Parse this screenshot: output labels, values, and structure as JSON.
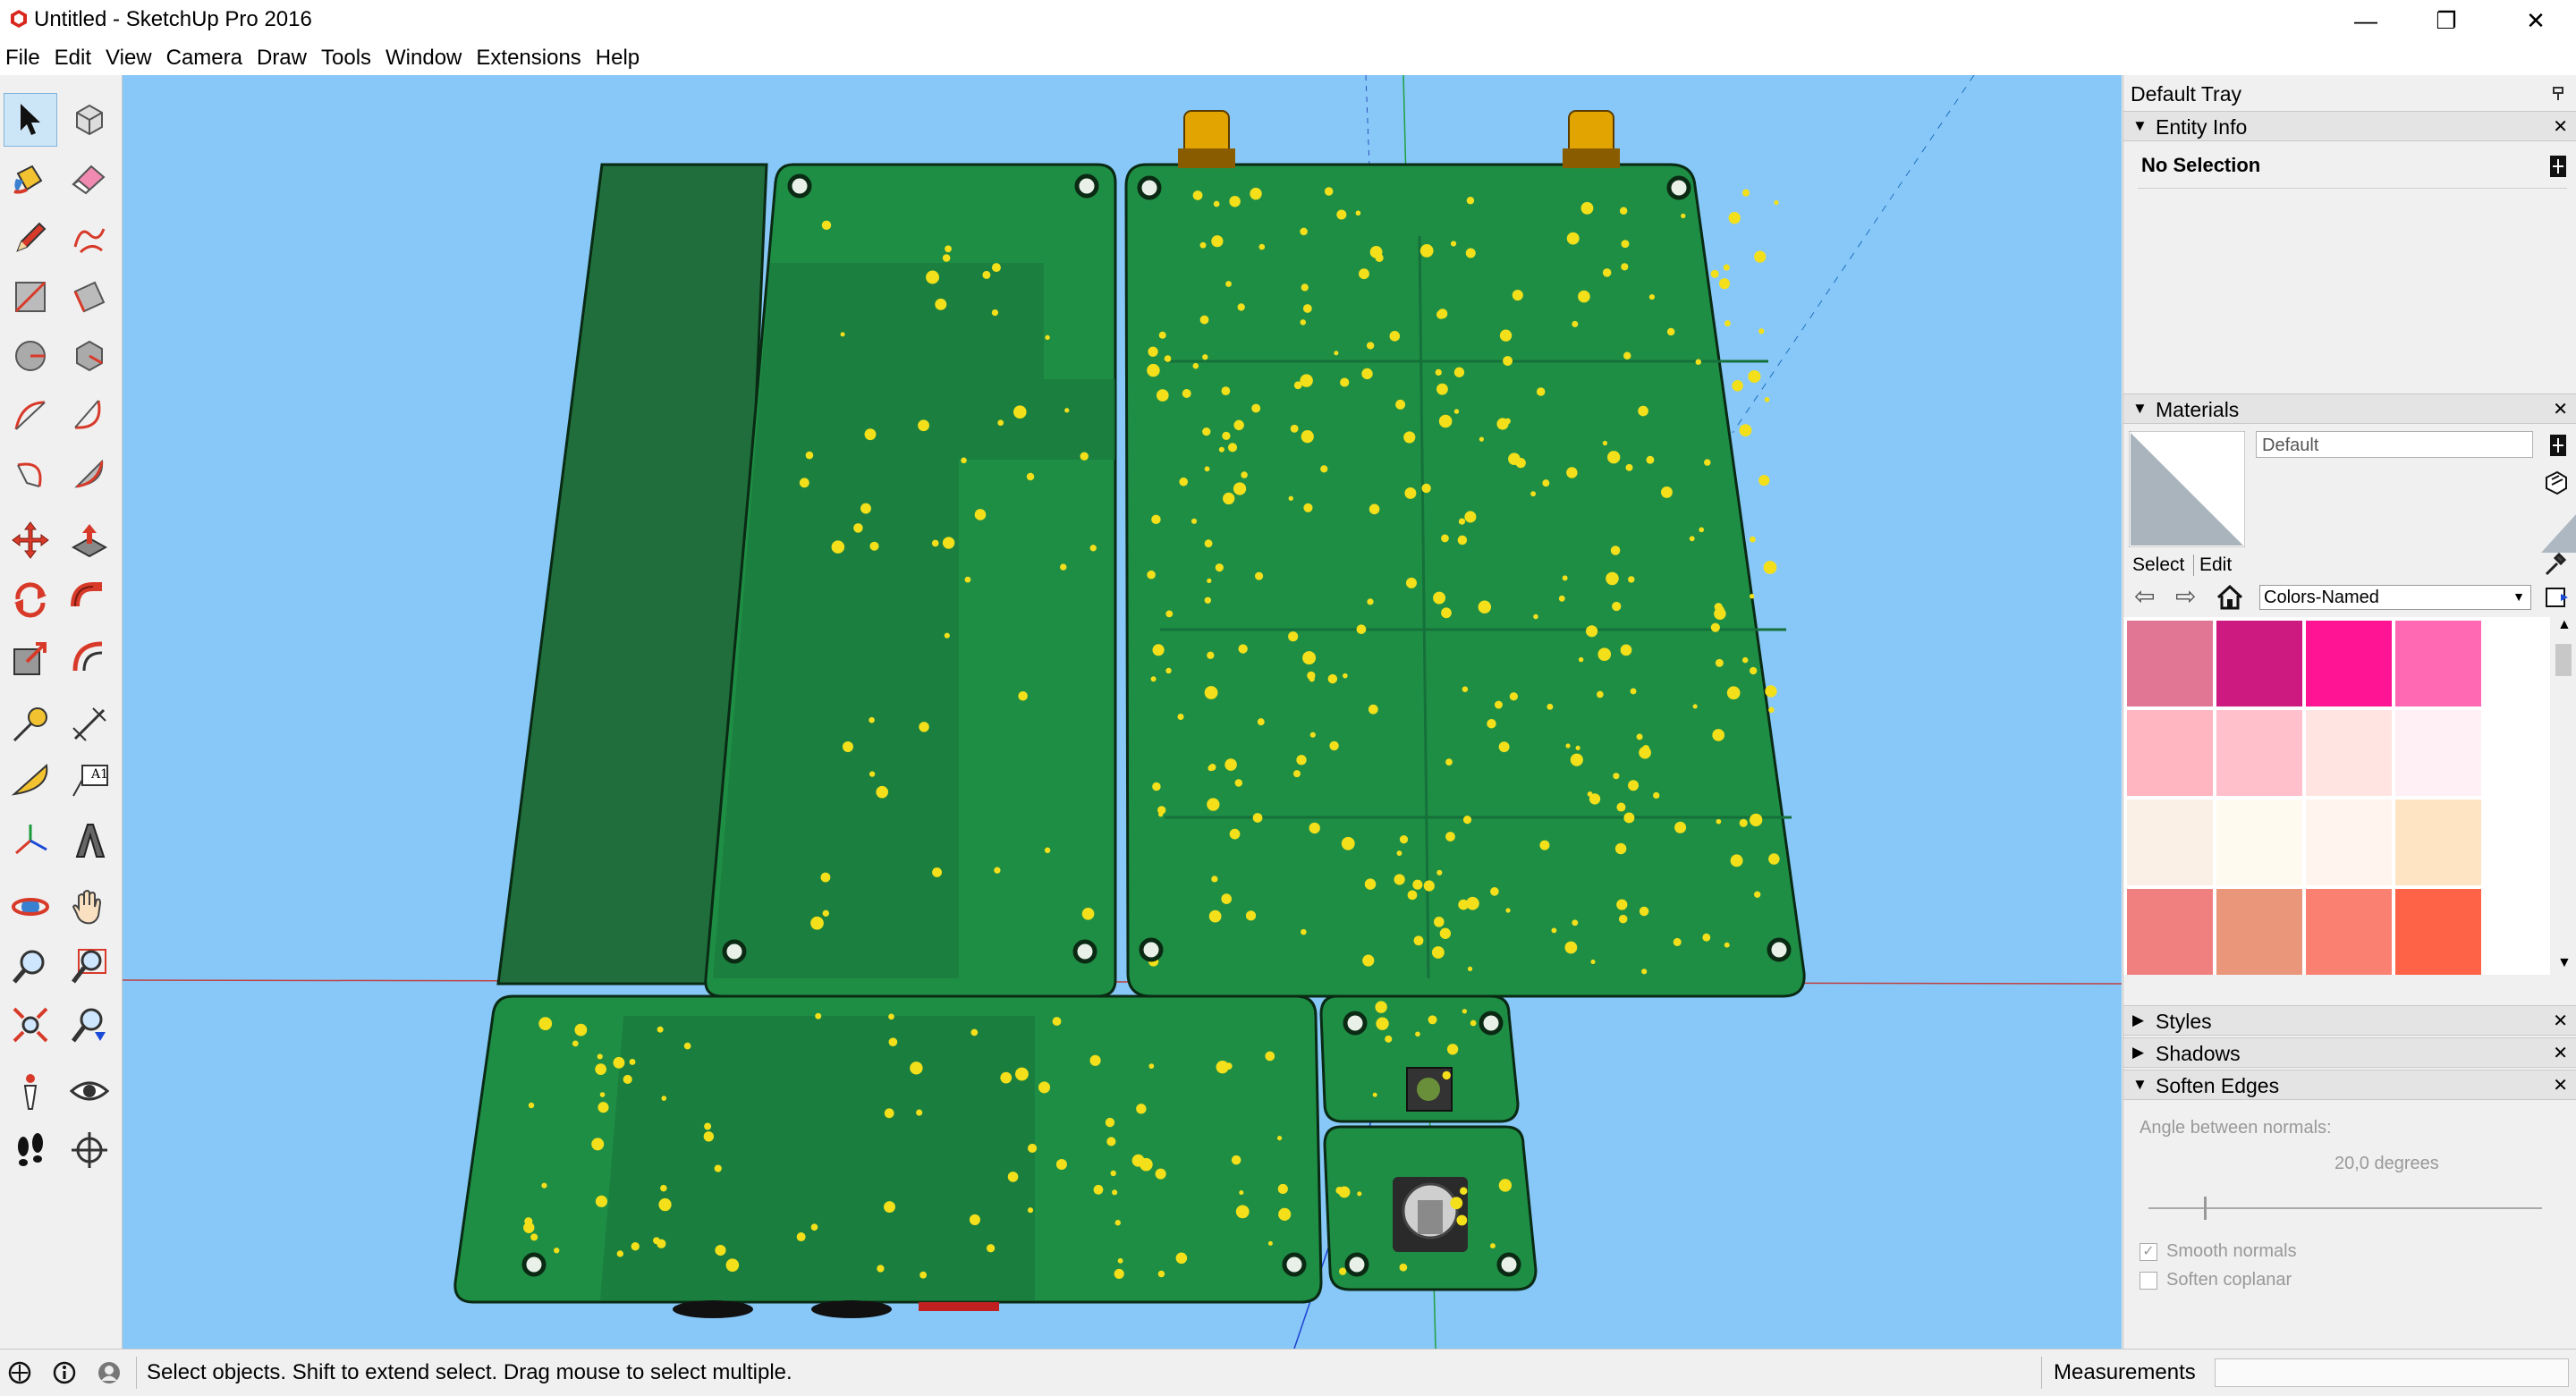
{
  "window": {
    "title": "Untitled - SketchUp Pro 2016",
    "minimize_glyph": "—",
    "maximize_glyph": "❐",
    "close_glyph": "✕"
  },
  "menu": [
    "File",
    "Edit",
    "View",
    "Camera",
    "Draw",
    "Tools",
    "Window",
    "Extensions",
    "Help"
  ],
  "toolbar": {
    "active_tool": "select-tool",
    "tools": [
      "select",
      "component",
      "paint-bucket",
      "eraser",
      "pencil-line",
      "freehand",
      "rectangle",
      "rotated-rectangle",
      "circle",
      "polygon",
      "arc",
      "two-point-arc",
      "three-point-arc",
      "pie",
      "move",
      "push-pull",
      "rotate",
      "follow-me",
      "scale",
      "offset",
      "tape-measure",
      "dimension",
      "protractor",
      "text",
      "axes",
      "3d-text",
      "orbit",
      "pan",
      "zoom",
      "zoom-window",
      "zoom-extents",
      "previous-view",
      "position-camera",
      "look-around",
      "walk",
      "section-plane"
    ],
    "text_tool_label": "A1"
  },
  "tray": {
    "title": "Default Tray",
    "entity_info": {
      "label": "Entity Info",
      "selection": "No Selection"
    },
    "materials": {
      "label": "Materials",
      "material_name": "Default",
      "select_tab": "Select",
      "edit_tab": "Edit",
      "library": "Colors-Named",
      "swatches": [
        "#e07694",
        "#cc1a80",
        "#ff1493",
        "#ff69b4",
        "#ffb6c1",
        "#ffc0cb",
        "#ffe4e1",
        "#fff0f5",
        "#faf0e6",
        "#fffaf0",
        "#fff5ee",
        "#ffe4c4",
        "#f08080",
        "#e9967a",
        "#fa8072",
        "#ff6347"
      ]
    },
    "styles": {
      "label": "Styles"
    },
    "shadows": {
      "label": "Shadows"
    },
    "soften_edges": {
      "label": "Soften Edges",
      "angle_label": "Angle between normals:",
      "angle_value": "20,0  degrees",
      "smooth_normals": "Smooth normals",
      "smooth_normals_checked": true,
      "soften_coplanar": "Soften coplanar",
      "soften_coplanar_checked": false
    }
  },
  "status": {
    "message": "Select objects. Shift to extend select. Drag mouse to select multiple.",
    "measurements_label": "Measurements"
  },
  "colors": {
    "sky": "#87c8f8",
    "pcb": "#1f8e45",
    "pcb_dark": "#17753a",
    "solder": "#f4e01a"
  }
}
